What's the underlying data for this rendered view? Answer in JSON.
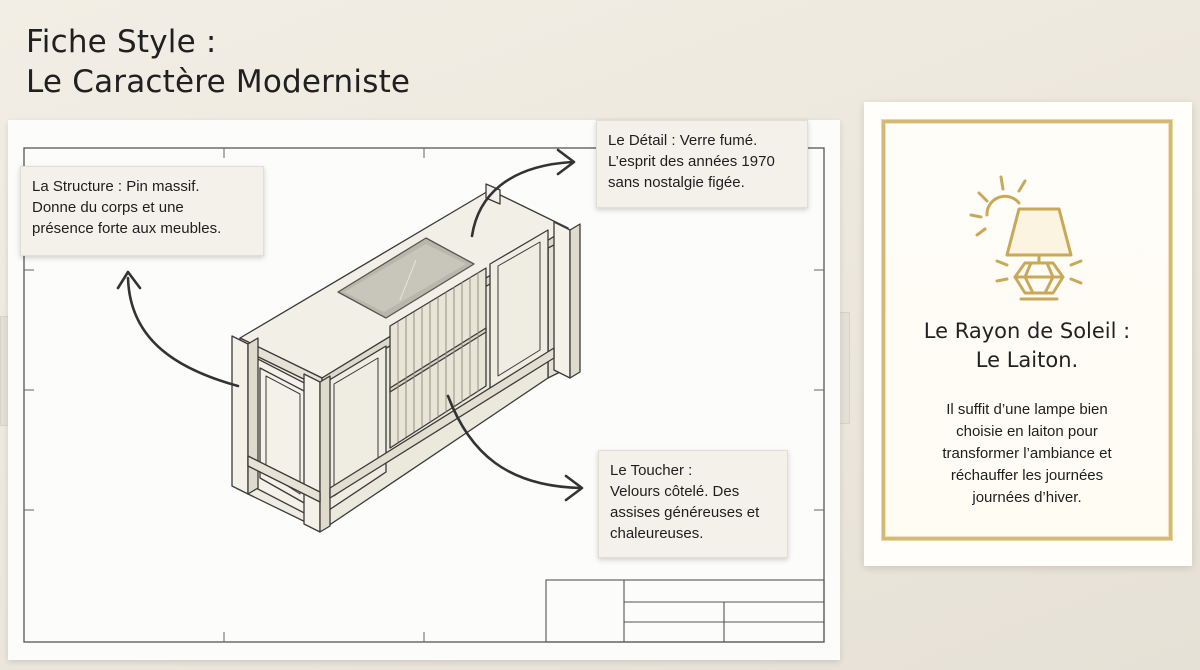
{
  "page": {
    "title_line1": "Fiche Style :",
    "title_line2": "Le Caractère Moderniste"
  },
  "annotations": {
    "structure": {
      "heading": "La Structure : Pin massif.",
      "line2": "Donne du corps et une",
      "line3": "présence forte aux meubles."
    },
    "detail": {
      "heading": "Le Détail : Verre fumé.",
      "line2": "L’esprit des années 1970",
      "line3": "sans nostalgie figée."
    },
    "toucher": {
      "heading": "Le Toucher :",
      "line2": "Velours côtelé. Des",
      "line3": "assises généreuses et",
      "line4": "chaleureuses."
    }
  },
  "card": {
    "icon": "brass-lamp-sun-icon",
    "title_line1": "Le Rayon de Soleil :",
    "title_line2": "Le Laiton.",
    "body": [
      "Il suffit d’une lampe bien",
      "choisie en laiton pour",
      "transformer l’ambiance et",
      "réchauffer les journées",
      "journées d’hiver."
    ]
  },
  "colors": {
    "background": "#ece7dc",
    "sheet": "#fcfcfa",
    "note": "#f4f1ea",
    "gold": "#c9a85a",
    "line": "#3a3a3a"
  }
}
